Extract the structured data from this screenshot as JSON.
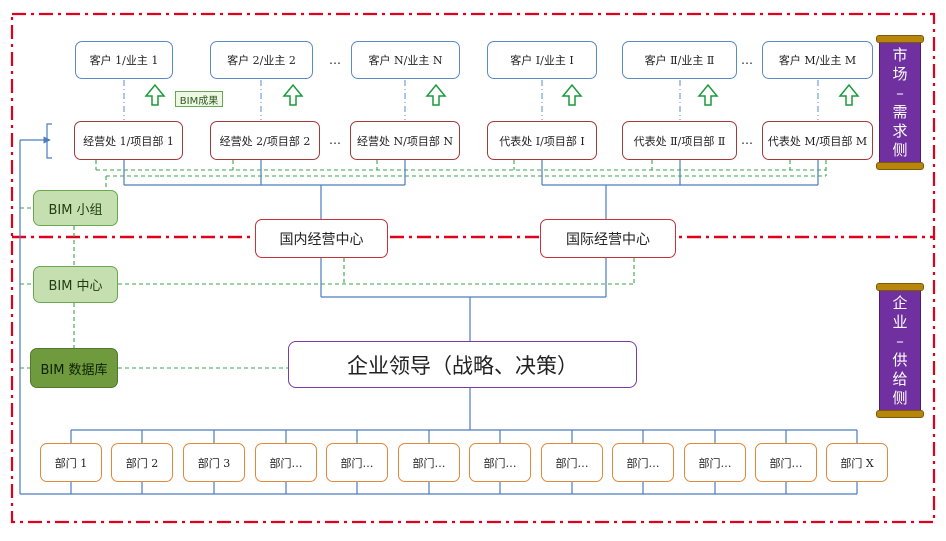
{
  "clients": [
    "客户 1/业主 1",
    "客户 2/业主 2",
    "客户 N/业主 N",
    "客户 Ⅰ/业主 Ⅰ",
    "客户 Ⅱ/业主 Ⅱ",
    "客户 M/业主 M"
  ],
  "depts": [
    "经营处 1/项目部 1",
    "经营处 2/项目部 2",
    "经营处 N/项目部 N",
    "代表处 Ⅰ/项目部 Ⅰ",
    "代表处 Ⅱ/项目部 Ⅱ",
    "代表处 M/项目部 M"
  ],
  "centers": [
    "国内经营中心",
    "国际经营中心"
  ],
  "leadership": "企业领导（战略、决策）",
  "units": [
    "部门 1",
    "部门 2",
    "部门 3",
    "部门…",
    "部门…",
    "部门…",
    "部门…",
    "部门…",
    "部门…",
    "部门…",
    "部门…",
    "部门 X"
  ],
  "bim": {
    "group": "BIM 小组",
    "center": "BIM 中心",
    "database": "BIM 数据库",
    "results": "BIM成果"
  },
  "ellipsis": "…",
  "side_labels": {
    "market": [
      "市",
      "场",
      "–",
      "需",
      "求",
      "侧"
    ],
    "enterprise": [
      "企",
      "业",
      "–",
      "供",
      "给",
      "侧"
    ]
  },
  "colors": {
    "frame_red": "#e0001b",
    "client_blue": "#5b8bc7",
    "connector_blue": "#4a7cbf",
    "dept_red": "#a33a3a",
    "lead_purple": "#7a3aa8",
    "unit_orange": "#e0893a",
    "bim_green": "#6aa84f",
    "scroll_purple": "#7030a0"
  }
}
